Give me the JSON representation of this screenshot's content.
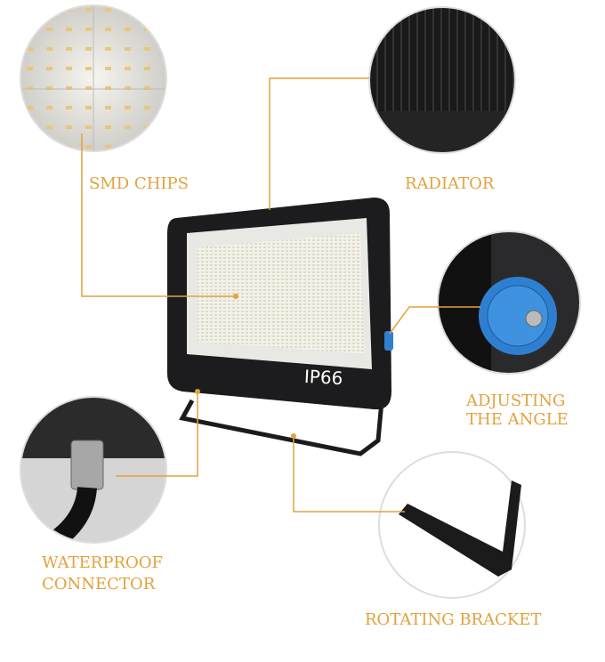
{
  "callouts": {
    "smd_chips": "SMD CHIPS",
    "radiator": "RADIATOR",
    "adjusting_line1": "ADJUSTING",
    "adjusting_line2": "THE ANGLE",
    "waterproof_line1": "WATERPROOF",
    "waterproof_line2": "CONNECTOR",
    "rotating_bracket": "ROTATING BRACKET"
  },
  "product": {
    "rating_badge": "IP66"
  },
  "colors": {
    "accent": "#e2a23c",
    "housing": "#1c1c1e",
    "knob": "#2f7fd0"
  }
}
